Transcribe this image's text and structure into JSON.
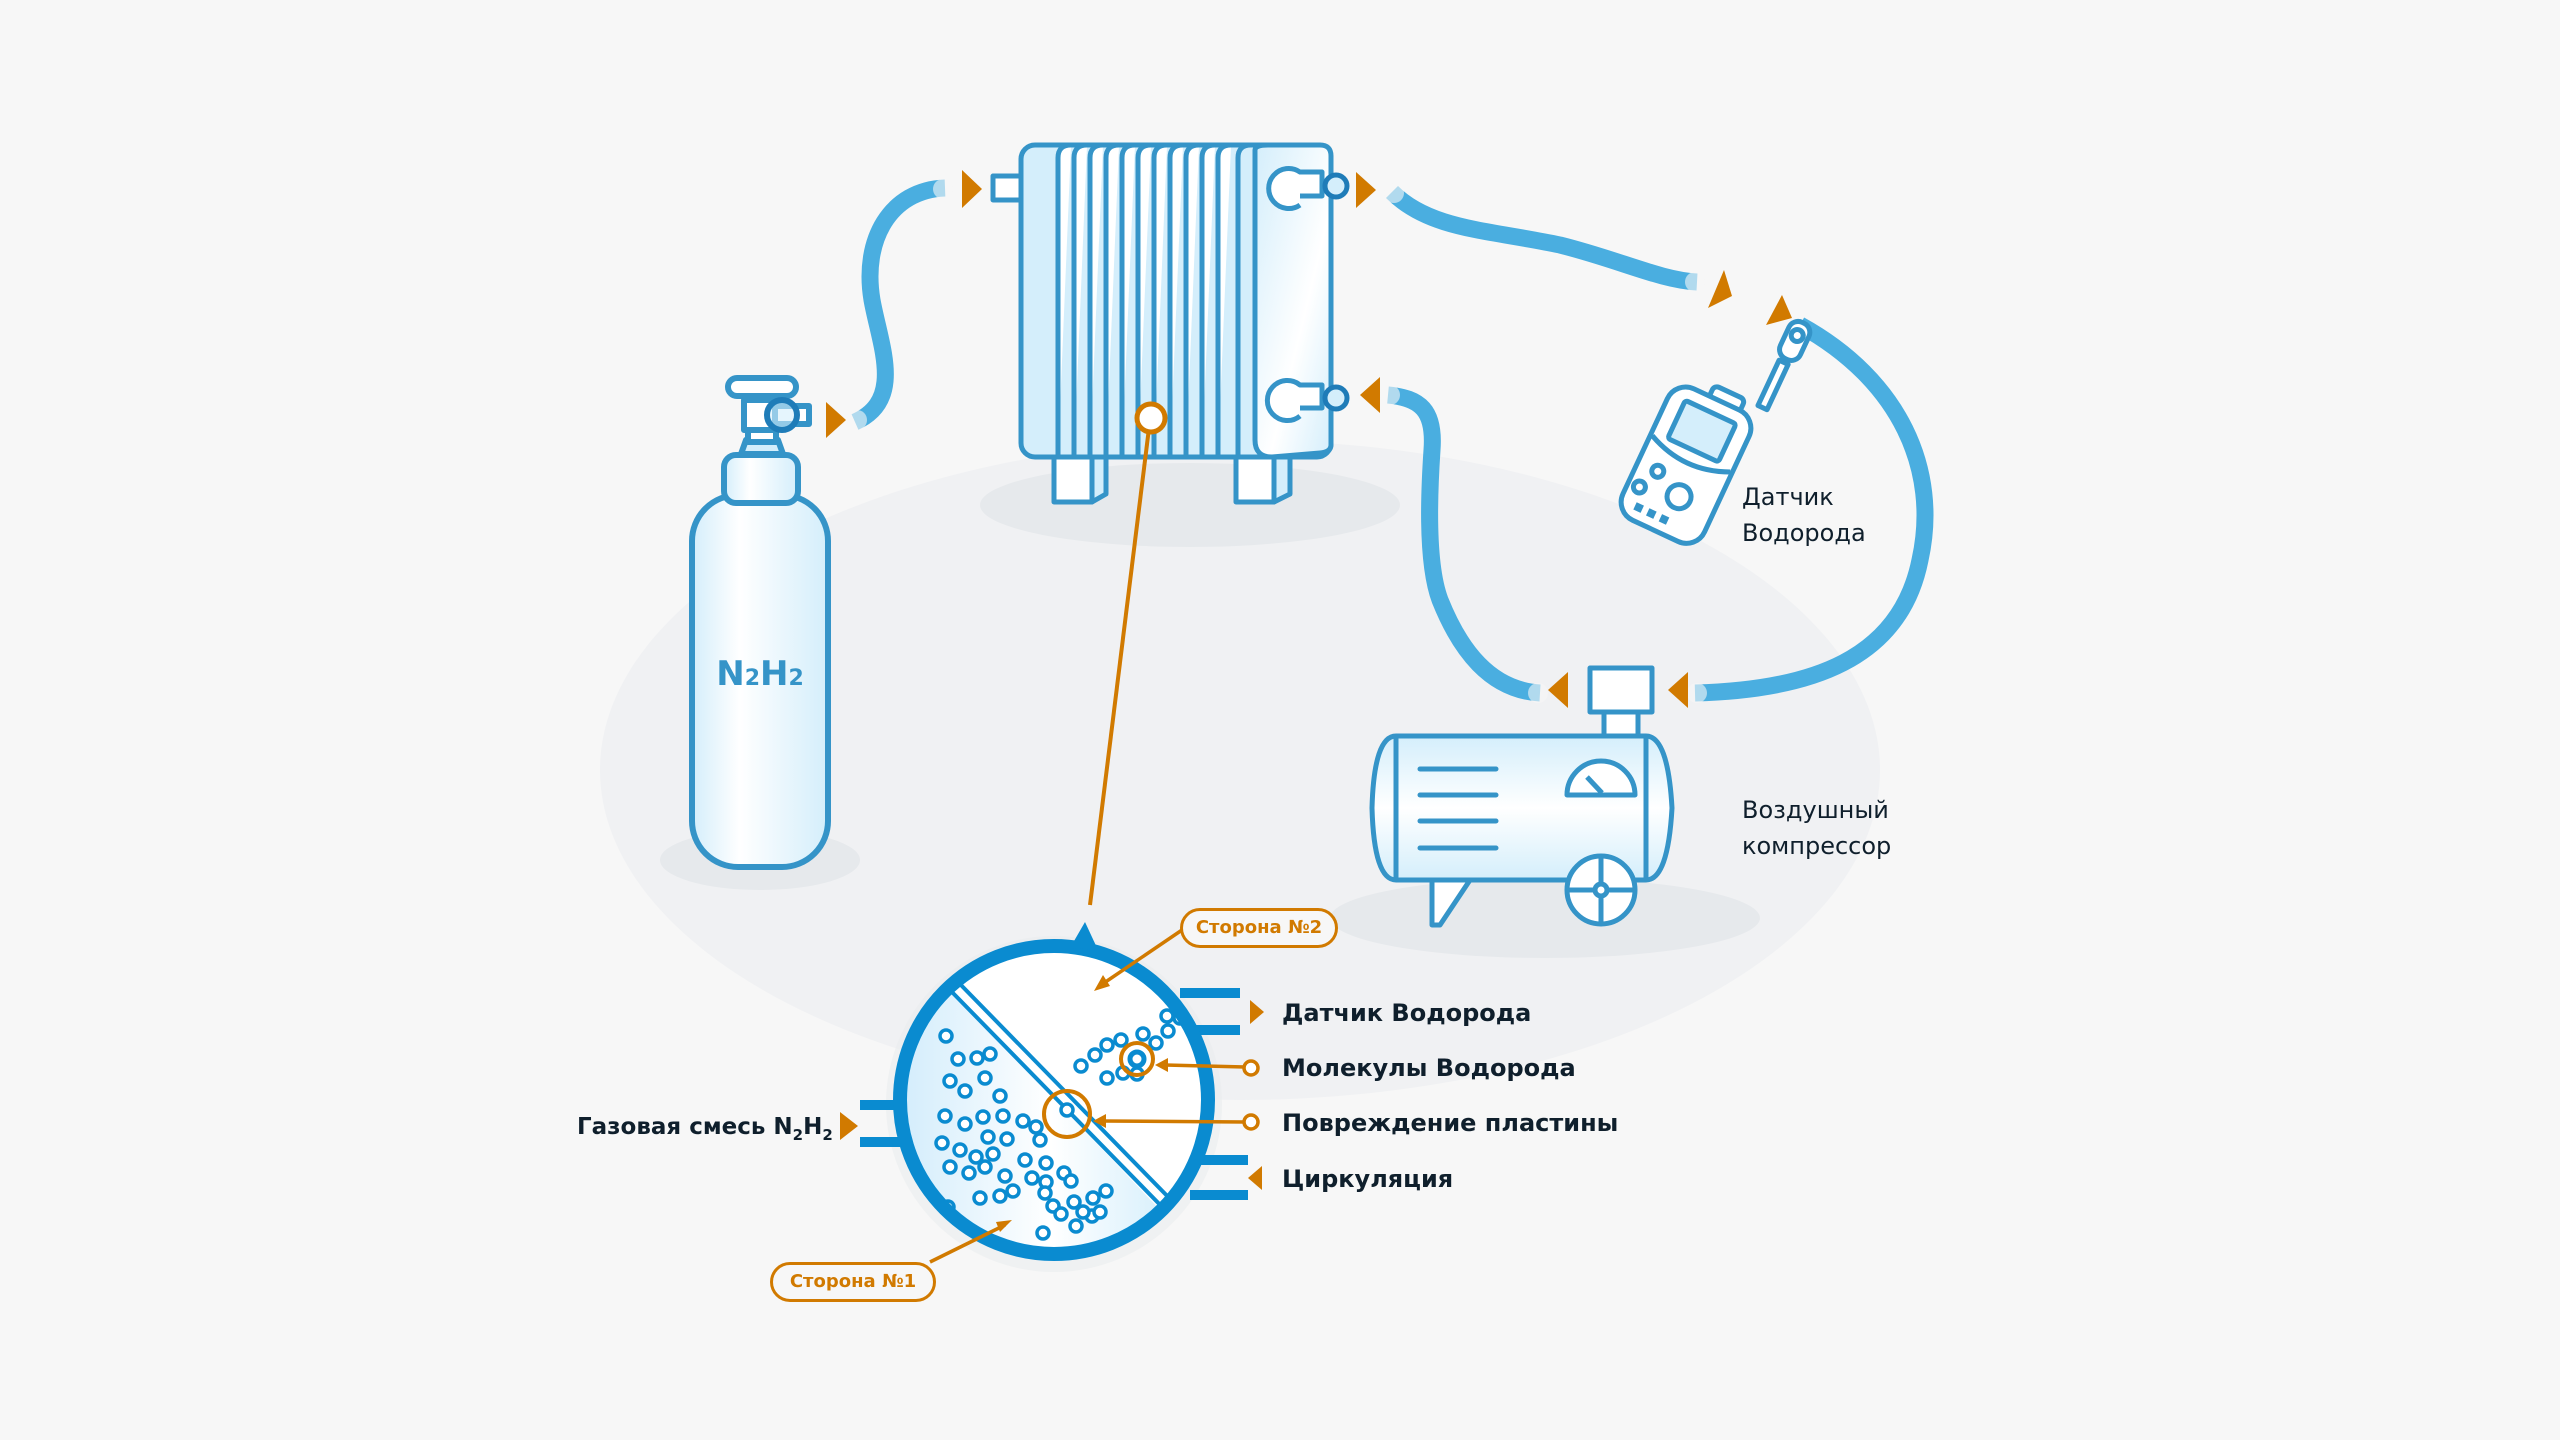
{
  "colors": {
    "background": "#f7f7f7",
    "outline": "#3594c8",
    "hose": "#4aaee0",
    "accent_orange": "#d17a00",
    "fill_light": "#d4eefb",
    "text": "#0f1f2c",
    "detail_ring": "#0a8bd0"
  },
  "cylinder": {
    "label_main": "N",
    "label_sub1": "2",
    "label_main2": "H",
    "label_sub2": "2"
  },
  "sensor": {
    "label_line1": "Датчик",
    "label_line2": "Водорода"
  },
  "compressor": {
    "label_line1": "Воздушный",
    "label_line2": "компрессор"
  },
  "detail": {
    "side2_tag": "Сторона №2",
    "side1_tag": "Сторона №1",
    "gas_mix_label": "Газовая смесь N",
    "gas_mix_sub1": "2",
    "gas_mix_h": "H",
    "gas_mix_sub2": "2",
    "legend": [
      {
        "label": "Датчик Водорода",
        "marker": "arrow-right"
      },
      {
        "label": "Молекулы Водорода",
        "marker": "circle-pointer"
      },
      {
        "label": "Повреждение пластины",
        "marker": "circle-pointer"
      },
      {
        "label": "Циркуляция",
        "marker": "arrow-left"
      }
    ]
  }
}
